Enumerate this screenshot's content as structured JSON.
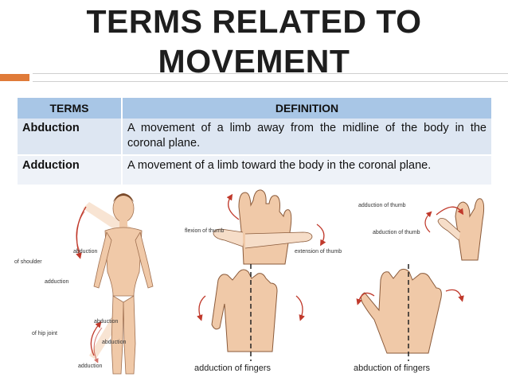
{
  "slide": {
    "title_line1": "TERMS RELATED TO",
    "title_line2": "MOVEMENT"
  },
  "table": {
    "headers": [
      "TERMS",
      "DEFINITION"
    ],
    "rows": [
      {
        "term": "Abduction",
        "definition": "A movement of a limb away from the midline of the body in the coronal plane."
      },
      {
        "term": "Adduction",
        "definition": "A movement of a limb toward the body in the coronal plane."
      }
    ]
  },
  "figure": {
    "body_labels": [
      "abduction",
      "of shoulder",
      "adduction",
      "abduction",
      "of hip joint",
      "abduction",
      "adduction"
    ],
    "thumb_labels": [
      "flexion of thumb",
      "extension of thumb",
      "adduction of thumb",
      "abduction of thumb"
    ],
    "finger_captions": [
      "adduction of fingers",
      "abduction of fingers"
    ]
  },
  "colors": {
    "accent_orange": "#e07b39",
    "header_blue": "#a8c6e6",
    "row_light": "#dde6f2",
    "skin": "#f0c9a8",
    "arrow": "#c0392b"
  }
}
